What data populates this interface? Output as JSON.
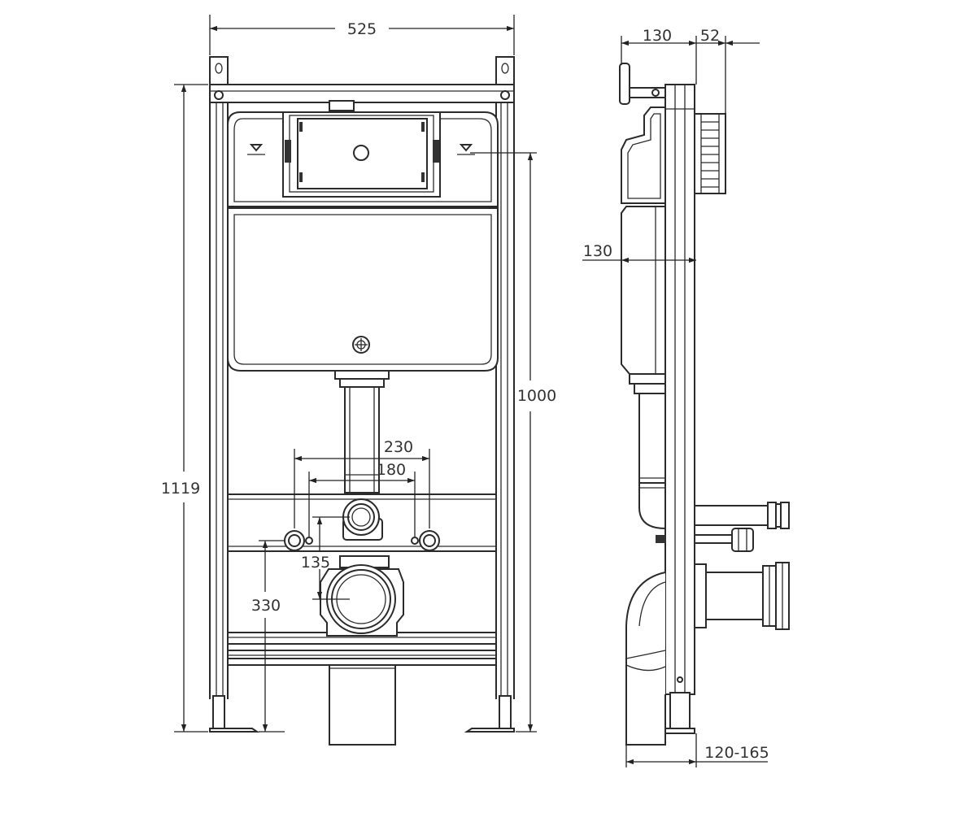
{
  "dimensions": {
    "width_front": "525",
    "height_total": "1119",
    "height_frame": "1000",
    "drain_spacing": "230",
    "bolt_spacing": "180",
    "connector_offset": "135",
    "outlet_height": "330",
    "side_depth_top": "130",
    "side_button_depth": "52",
    "side_tank_depth": "130",
    "side_adjust_range": "120-165"
  },
  "colors": {
    "line": "#2b2b2b",
    "background": "#ffffff"
  }
}
